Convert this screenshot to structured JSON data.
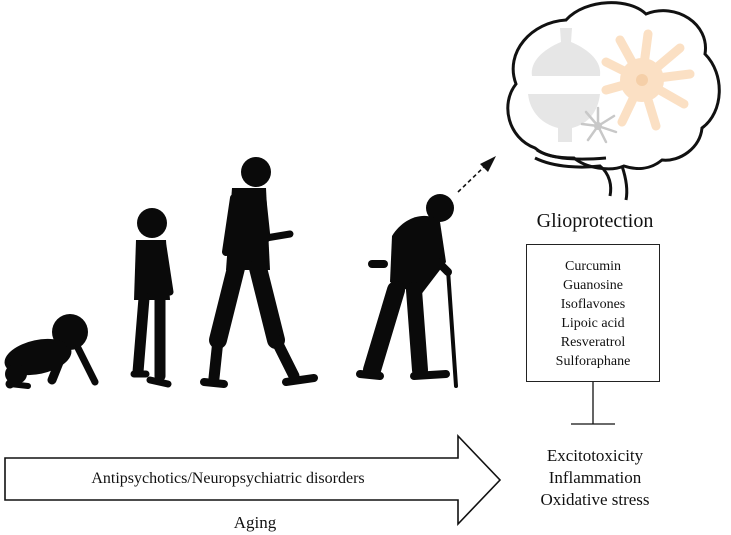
{
  "diagram": {
    "heading": "Glioprotection",
    "compounds": [
      "Curcumin",
      "Guanosine",
      "Isoflavones",
      "Lipoic acid",
      "Resveratrol",
      "Sulforaphane"
    ],
    "effects": [
      "Excitotoxicity",
      "Inflammation",
      "Oxidative stress"
    ],
    "arrow_label": "Antipsychotics/Neuropsychiatric disorders",
    "axis_label": "Aging"
  },
  "colors": {
    "silhouette": "#0a0a0a",
    "outline": "#111111",
    "neuron_gray": "#e6e6e6",
    "astrocyte_peach": "#fbe0c4"
  },
  "icons": [
    "baby-crawling-icon",
    "child-icon",
    "adult-walking-icon",
    "elder-with-cane-icon",
    "brain-icon",
    "neuron-icon",
    "astrocyte-icon",
    "microglia-icon"
  ]
}
